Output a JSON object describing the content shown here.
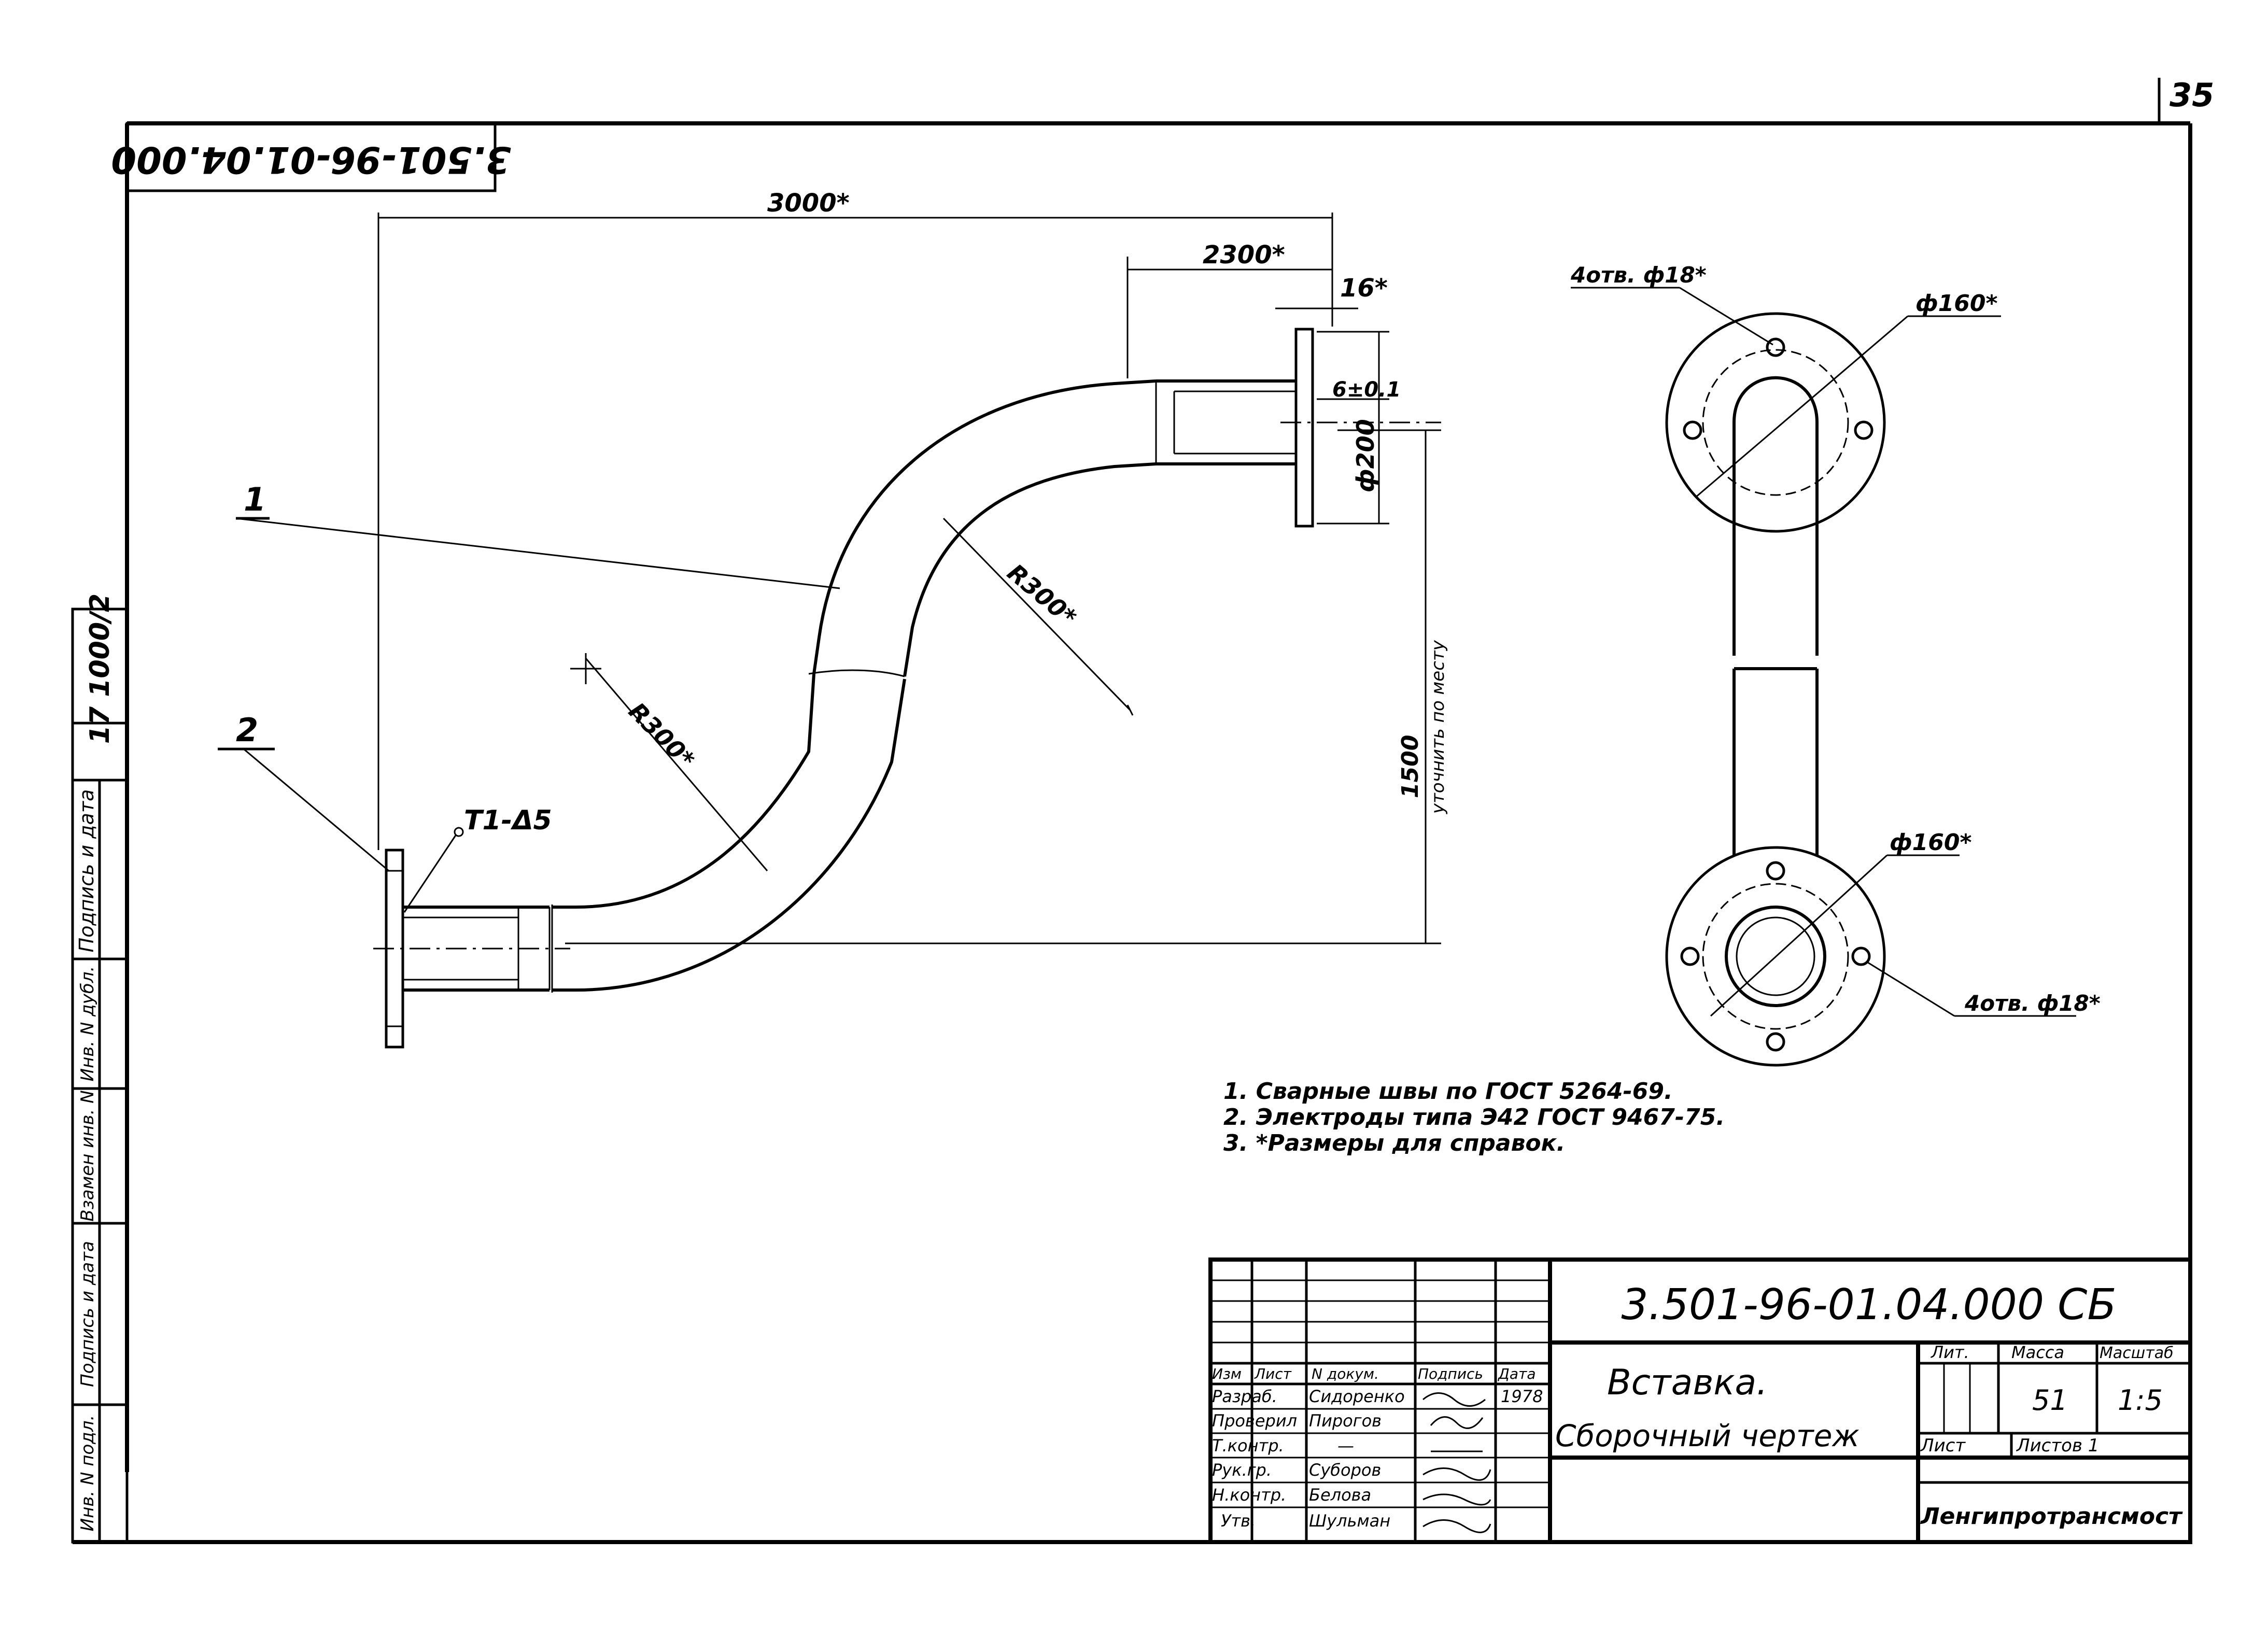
{
  "page_number": "35",
  "stamp_number": "3.501-96-01.04.000",
  "dimensions": {
    "overall_length": "3000*",
    "flange_offset": "2300*",
    "flange_thickness": "16*",
    "gap": "6±0.1",
    "pipe_diameter": "ф200",
    "height": "1500",
    "height_note": "уточнить по месту",
    "radius_upper": "R300*",
    "radius_lower": "R300*",
    "weld": "T1-Δ5",
    "holes_top": "4отв. ф18*",
    "bolt_circle_top": "ф160*",
    "bolt_circle_bottom": "ф160*",
    "holes_bottom": "4отв. ф18*"
  },
  "callouts": {
    "part_1": "1",
    "part_2": "2"
  },
  "notes": [
    "1. Сварные швы по ГОСТ 5264-69.",
    "2. Электроды типа Э42 ГОСТ 9467-75.",
    "3. *Размеры для справок."
  ],
  "left_strip": {
    "inv_no": "Инв. N подл.",
    "sign_date_1": "Подпись и дата",
    "replace_inv": "Взамен инв. N",
    "inv_dupl": "Инв. N дубл.",
    "sign_date_2": "Подпись и дата",
    "code": "17  1000/2"
  },
  "title_block": {
    "doc_number": "3.501-96-01.04.000 СБ",
    "name": "Вставка.",
    "doc_type": "Сборочный чертеж",
    "headers": {
      "izm": "Изм",
      "list": "Лист",
      "ndoc": "N докум.",
      "sign": "Подпись",
      "date": "Дата"
    },
    "rows": [
      {
        "role": "Разраб.",
        "name": "Сидоренко",
        "date": "1978"
      },
      {
        "role": "Проверил",
        "name": "Пирогов",
        "date": ""
      },
      {
        "role": "Т.контр.",
        "name": "—",
        "date": ""
      },
      {
        "role": "Рук.гр.",
        "name": "Суборов",
        "date": ""
      },
      {
        "role": "Н.контр.",
        "name": "Белова",
        "date": ""
      },
      {
        "role": "Утв.",
        "name": "Шульман",
        "date": ""
      }
    ],
    "lit_label": "Лит.",
    "mass_label": "Масса",
    "scale_label": "Масштаб",
    "mass": "51",
    "scale": "1:5",
    "sheet_label": "Лист",
    "sheets_label": "Листов 1",
    "organization": "Ленгипротрансмост"
  }
}
